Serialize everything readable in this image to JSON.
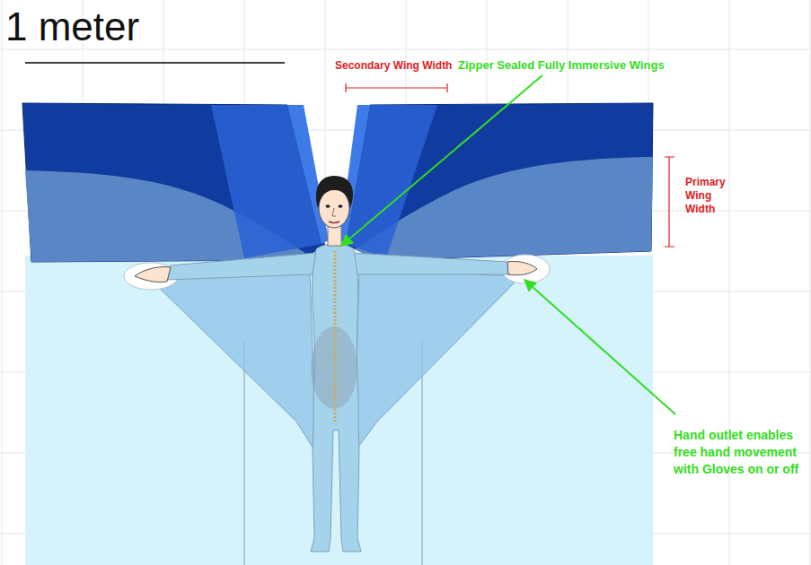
{
  "diagram": {
    "labels": [
      "1 meter",
      "Secondary Wing Width",
      "Zipper Sealed Fully Immersive Wings",
      "Primary Wing Width",
      "Hand outlet enables free hand movement with Gloves on or off"
    ]
  }
}
